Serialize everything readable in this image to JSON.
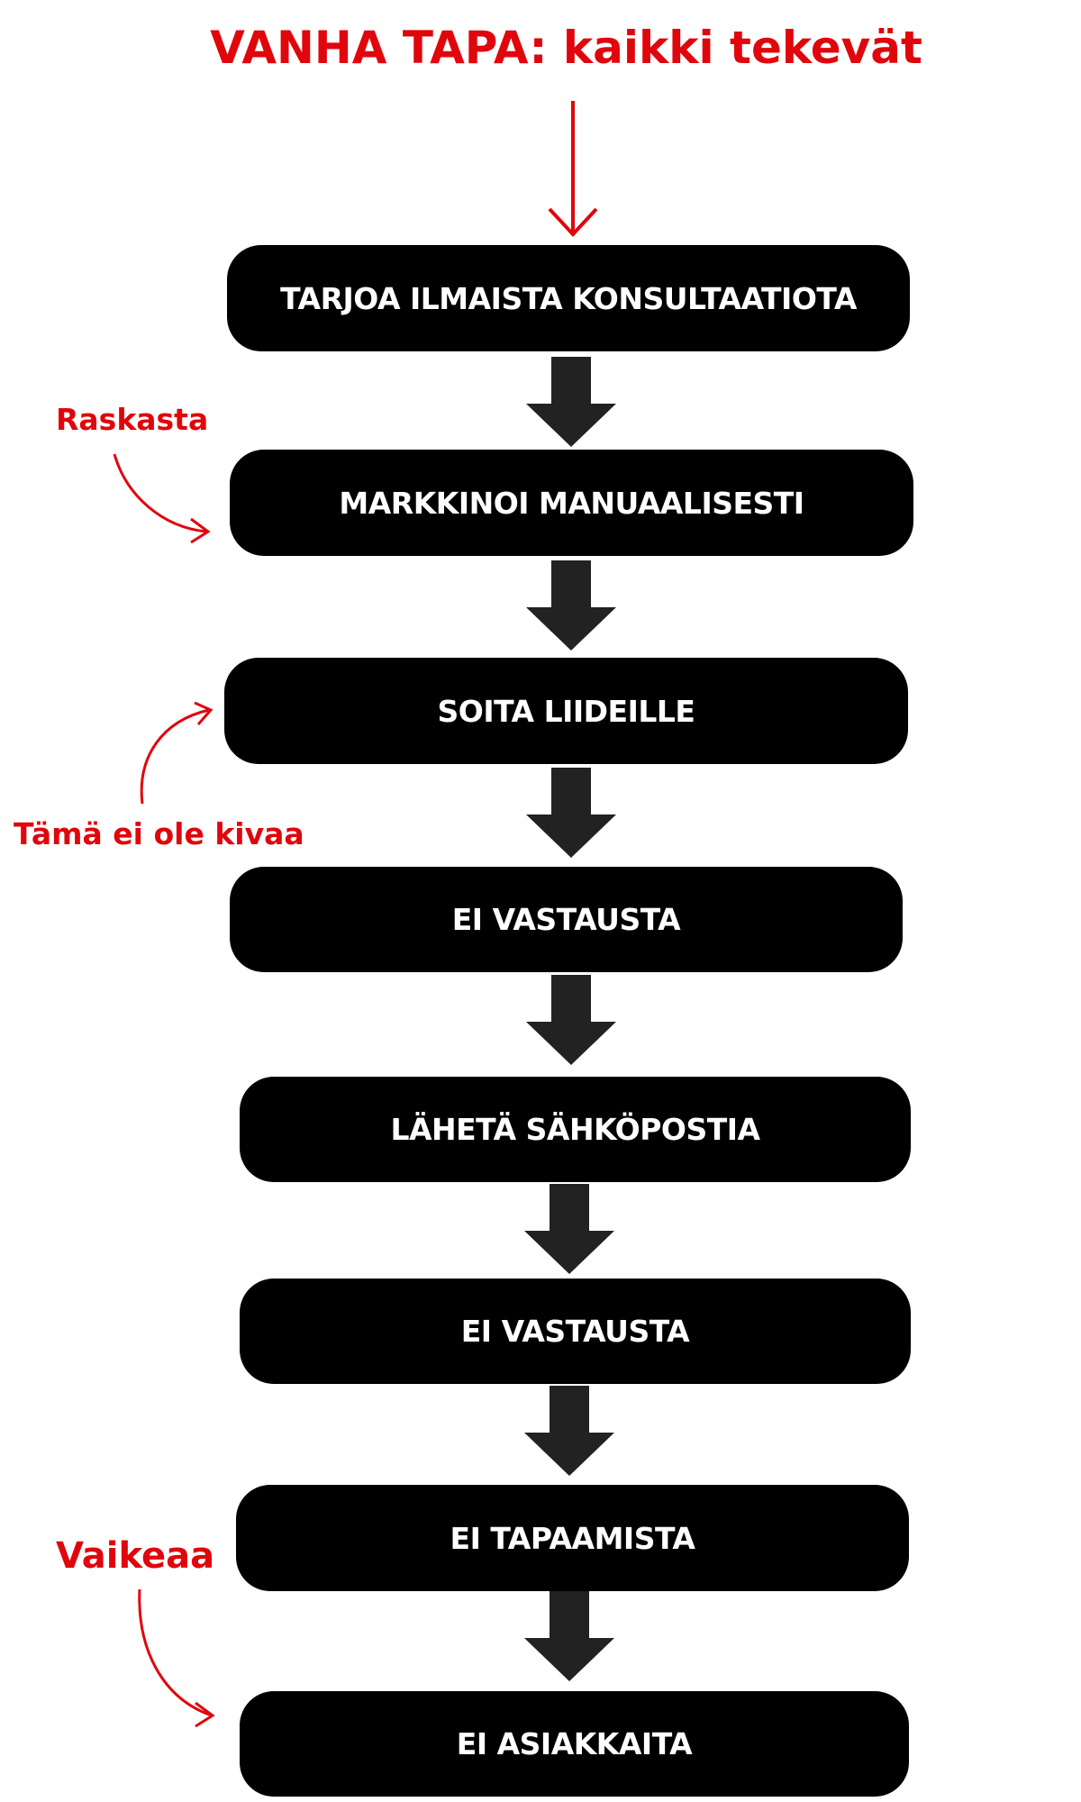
{
  "title": "VANHA TAPA: kaikki tekevät",
  "steps": [
    "TARJOA ILMAISTA KONSULTAATIOTA",
    "MARKKINOI MANUAALISESTI",
    "SOITA LIIDEILLE",
    "EI VASTAUSTA",
    "LÄHETÄ SÄHKÖPOSTIA",
    "EI VASTAUSTA",
    "EI TAPAAMISTA",
    "EI ASIAKKAITA"
  ],
  "annotations": [
    "Raskasta",
    "Tämä ei ole kivaa",
    "Vaikeaa"
  ],
  "colors": {
    "accent": "#e0060c",
    "box": "#000000",
    "box_text": "#ffffff",
    "arrow": "#222222"
  }
}
